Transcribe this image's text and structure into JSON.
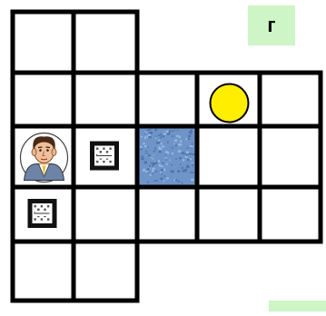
{
  "board": {
    "label": "г",
    "colors": {
      "grid": "#000000",
      "label_bg": "#cdf5c5",
      "coin": "#ffee00",
      "coin_border": "#000000",
      "water": "#6f94c8"
    },
    "cells": [
      {
        "row": 0,
        "col": 0,
        "content": "empty"
      },
      {
        "row": 0,
        "col": 1,
        "content": "empty"
      },
      {
        "row": 1,
        "col": 0,
        "content": "empty"
      },
      {
        "row": 1,
        "col": 1,
        "content": "empty"
      },
      {
        "row": 1,
        "col": 2,
        "content": "empty"
      },
      {
        "row": 1,
        "col": 3,
        "content": "coin"
      },
      {
        "row": 1,
        "col": 4,
        "content": "empty"
      },
      {
        "row": 2,
        "col": 0,
        "content": "player"
      },
      {
        "row": 2,
        "col": 1,
        "content": "crate"
      },
      {
        "row": 2,
        "col": 2,
        "content": "water"
      },
      {
        "row": 2,
        "col": 3,
        "content": "empty"
      },
      {
        "row": 2,
        "col": 4,
        "content": "empty"
      },
      {
        "row": 3,
        "col": 0,
        "content": "crate"
      },
      {
        "row": 3,
        "col": 1,
        "content": "empty"
      },
      {
        "row": 3,
        "col": 2,
        "content": "empty"
      },
      {
        "row": 3,
        "col": 3,
        "content": "empty"
      },
      {
        "row": 3,
        "col": 4,
        "content": "empty"
      },
      {
        "row": 4,
        "col": 0,
        "content": "empty"
      },
      {
        "row": 4,
        "col": 1,
        "content": "empty"
      }
    ],
    "tokens": {
      "player": "man-portrait-icon",
      "crate": "crate-icon",
      "coin": "coin-icon",
      "water": "water-tile"
    }
  }
}
